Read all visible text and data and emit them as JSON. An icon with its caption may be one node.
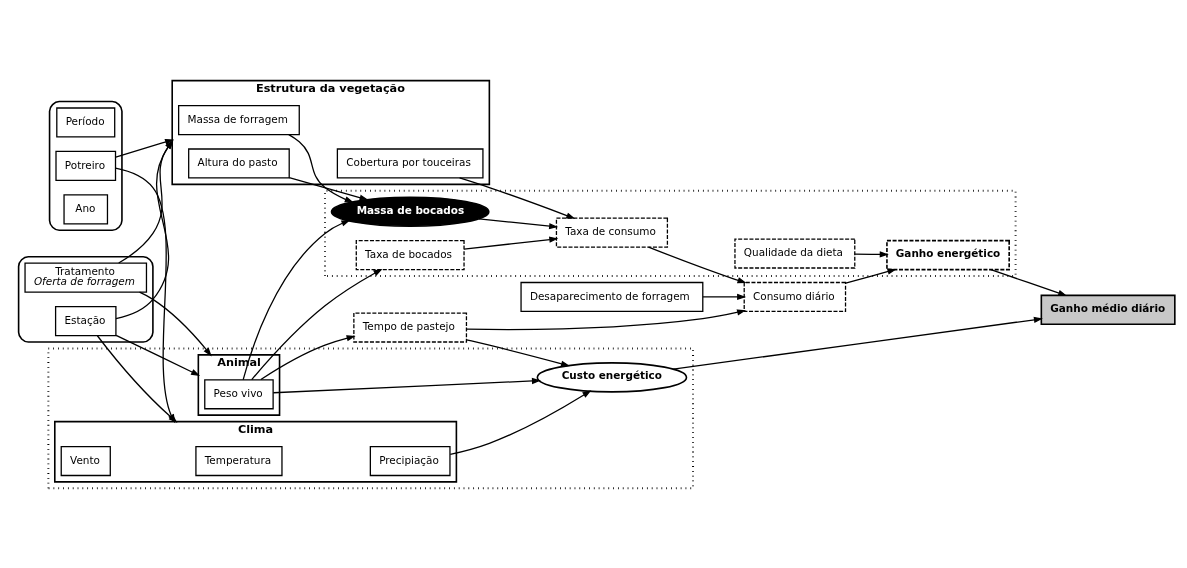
{
  "diagram": {
    "nodes": [
      {
        "text": [],
        "shape": "box"
      },
      {
        "text": [
          "Tratamento",
          "Oferta de forragem"
        ],
        "in": 0
      },
      {
        "text": [
          "Estação"
        ],
        "in": 0
      },
      {
        "text": [],
        "shape": "box"
      },
      {
        "text": [
          "Período"
        ],
        "in": 3
      },
      {
        "text": [
          "Potreiro"
        ],
        "in": 3
      },
      {
        "text": [
          "Ano"
        ],
        "in": 3
      },
      {
        "text": [
          "Estrutura da vegetação"
        ]
      },
      {
        "text": [
          "Massa de forragem"
        ],
        "in": 7
      },
      {
        "text": [
          "Altura do pasto"
        ],
        "in": 7
      },
      {
        "text": [
          "Cobertura por touceiras"
        ],
        "in": 7
      },
      {
        "text": [],
        "shape": "box"
      },
      {
        "text": [
          "Massa de bocados"
        ],
        "in": 11
      },
      {
        "text": [
          "Taxa de bocados"
        ],
        "in": 11
      },
      {
        "text": [
          "Desaparecimento de forragem"
        ]
      },
      {
        "text": [
          "Qualidade da dieta"
        ],
        "in": 11
      },
      {
        "text": [
          "Taxa de consumo"
        ],
        "in": 11
      },
      {
        "text": [
          "Consumo diário"
        ]
      },
      {
        "text": [],
        "shape": "box"
      },
      {
        "text": [
          "Animal"
        ],
        "in": 18
      },
      {
        "text": [
          "Peso vivo"
        ],
        "in": 19
      },
      {
        "text": [
          "Tempo de pastejo"
        ]
      },
      {
        "text": [
          "Ganho energético"
        ],
        "in": 11
      },
      {
        "text": [
          "Clima"
        ],
        "in": 18
      },
      {
        "text": [
          "Temperatura"
        ],
        "in": 23
      },
      {
        "text": [
          "Vento"
        ],
        "in": 23
      },
      {
        "text": [
          "Precipiação"
        ],
        "in": 23
      },
      {
        "text": [
          "Custo energético"
        ],
        "in": 18
      },
      {
        "text": [
          "Ganho médio diário"
        ]
      }
    ],
    "edges": [
      {
        "from": 1,
        "to": 7,
        "arrow": "to"
      },
      {
        "from": 1,
        "to": 19,
        "arrow": "to"
      },
      {
        "from": 2,
        "to": 7,
        "arrow": "to"
      },
      {
        "from": 2,
        "to": 19,
        "arrow": "to"
      },
      {
        "from": 2,
        "to": 23,
        "arrow": "to"
      },
      {
        "from": 5,
        "to": 7,
        "arrow": "to"
      },
      {
        "from": 5,
        "to": 23,
        "arrow": "to"
      },
      {
        "from": 8,
        "to": 12,
        "arrow": "to"
      },
      {
        "from": 9,
        "to": 12,
        "arrow": "to"
      },
      {
        "from": 20,
        "to": 12,
        "arrow": "to"
      },
      {
        "from": 20,
        "to": 13,
        "arrow": "to"
      },
      {
        "from": 10,
        "to": 16,
        "arrow": "to"
      },
      {
        "from": 12,
        "to": 16,
        "arrow": "to"
      },
      {
        "from": 13,
        "to": 16,
        "arrow": "to"
      },
      {
        "from": 14,
        "to": 17,
        "arrow": "to"
      },
      {
        "from": 16,
        "to": 17,
        "arrow": "to"
      },
      {
        "from": 15,
        "to": 22,
        "arrow": "to"
      },
      {
        "from": 17,
        "to": 22,
        "arrow": "to"
      },
      {
        "from": 20,
        "to": 21,
        "arrow": "to"
      },
      {
        "from": 21,
        "to": 17,
        "arrow": "to"
      },
      {
        "from": 20,
        "to": 27,
        "arrow": "to"
      },
      {
        "from": 21,
        "to": 27,
        "arrow": "to"
      },
      {
        "from": 26,
        "to": 27,
        "arrow": "to"
      },
      {
        "from": 22,
        "to": 28,
        "arrow": "to"
      },
      {
        "from": 27,
        "to": 28,
        "arrow": "to"
      }
    ]
  }
}
